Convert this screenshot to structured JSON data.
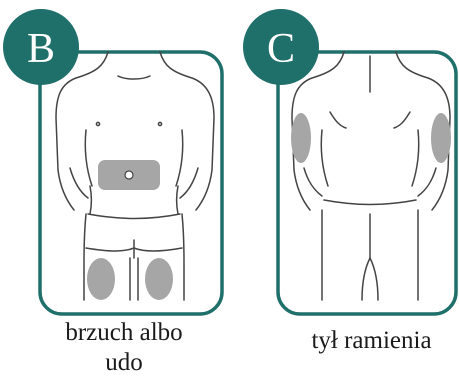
{
  "panels": [
    {
      "id": "B",
      "letter": "B",
      "caption_lines": [
        "brzuch albo",
        "udo"
      ]
    },
    {
      "id": "C",
      "letter": "C",
      "caption_lines": [
        "tył ramienia"
      ]
    }
  ],
  "colors": {
    "frame": "#1f6f6b",
    "badge": "#1f6f6b",
    "body_outline": "#444444",
    "injection_area": "#a6a6a6",
    "background": "#ffffff"
  },
  "icons": [
    "front-torso-figure",
    "back-torso-figure"
  ]
}
